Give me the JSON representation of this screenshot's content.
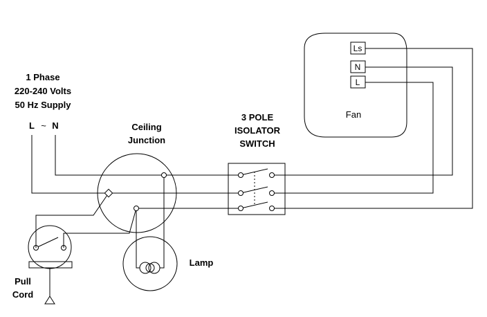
{
  "supply": {
    "line1": "1 Phase",
    "line2": "220-240 Volts",
    "line3": "50 Hz Supply",
    "phase_label": "L",
    "tilde": "~",
    "neutral_label": "N"
  },
  "ceiling_junction": {
    "line1": "Ceiling",
    "line2": "Junction"
  },
  "isolator": {
    "line1": "3 POLE",
    "line2": "ISOLATOR",
    "line3": "SWITCH"
  },
  "fan": {
    "label": "Fan",
    "terminal_ls": "Ls",
    "terminal_n": "N",
    "terminal_l": "L"
  },
  "lamp": {
    "label": "Lamp"
  },
  "pull_cord": {
    "line1": "Pull",
    "line2": "Cord"
  }
}
